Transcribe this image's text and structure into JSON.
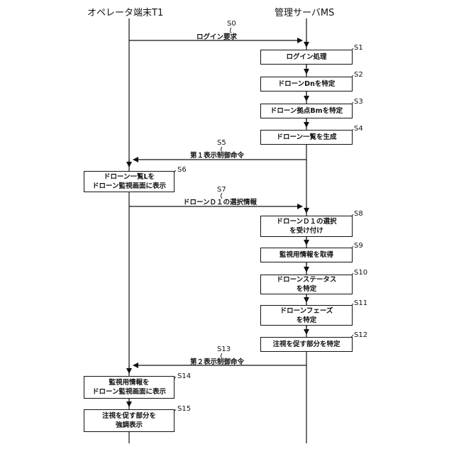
{
  "actors": {
    "operator": "オペレータ端末T1",
    "server": "管理サーバMS"
  },
  "messages": [
    {
      "step": "S0",
      "label": "ログイン要求"
    },
    {
      "step": "S5",
      "label": "第１表示制御命令"
    },
    {
      "step": "S7",
      "label": "ドローンＤ１の選択情報"
    },
    {
      "step": "S13",
      "label": "第２表示制御命令"
    }
  ],
  "server_steps": [
    {
      "step": "S1",
      "label": "ログイン処理"
    },
    {
      "step": "S2",
      "label": "ドローンDnを特定"
    },
    {
      "step": "S3",
      "label": "ドローン拠点Bmを特定"
    },
    {
      "step": "S4",
      "label": "ドローン一覧を生成"
    },
    {
      "step": "S8",
      "label": "ドローンＤ１の選択\nを受け付け"
    },
    {
      "step": "S9",
      "label": "監視用情報を取得"
    },
    {
      "step": "S10",
      "label": "ドローンステータス\nを特定"
    },
    {
      "step": "S11",
      "label": "ドローンフェーズ\nを特定"
    },
    {
      "step": "S12",
      "label": "注視を促す部分を特定"
    }
  ],
  "operator_steps": [
    {
      "step": "S6",
      "label": "ドローン一覧Lを\nドローン監視画面に表示"
    },
    {
      "step": "S14",
      "label": "監視用情報を\nドローン監視画面に表示"
    },
    {
      "step": "S15",
      "label": "注視を促す部分を\n強調表示"
    }
  ]
}
